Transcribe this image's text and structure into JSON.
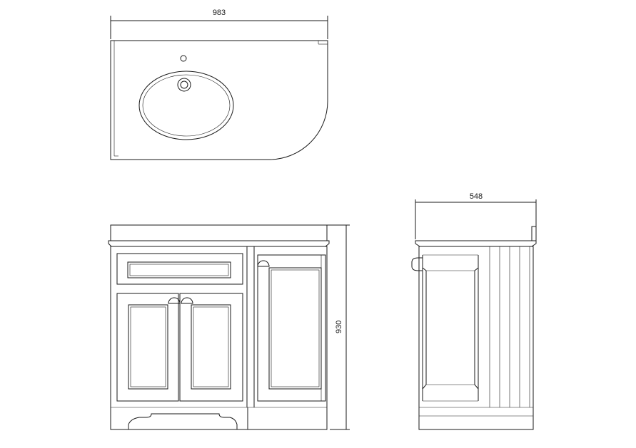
{
  "dimensions": {
    "width_label": "983",
    "depth_label": "548",
    "height_label": "930"
  },
  "colors": {
    "line": "#1a1a1a",
    "background": "#ffffff"
  }
}
